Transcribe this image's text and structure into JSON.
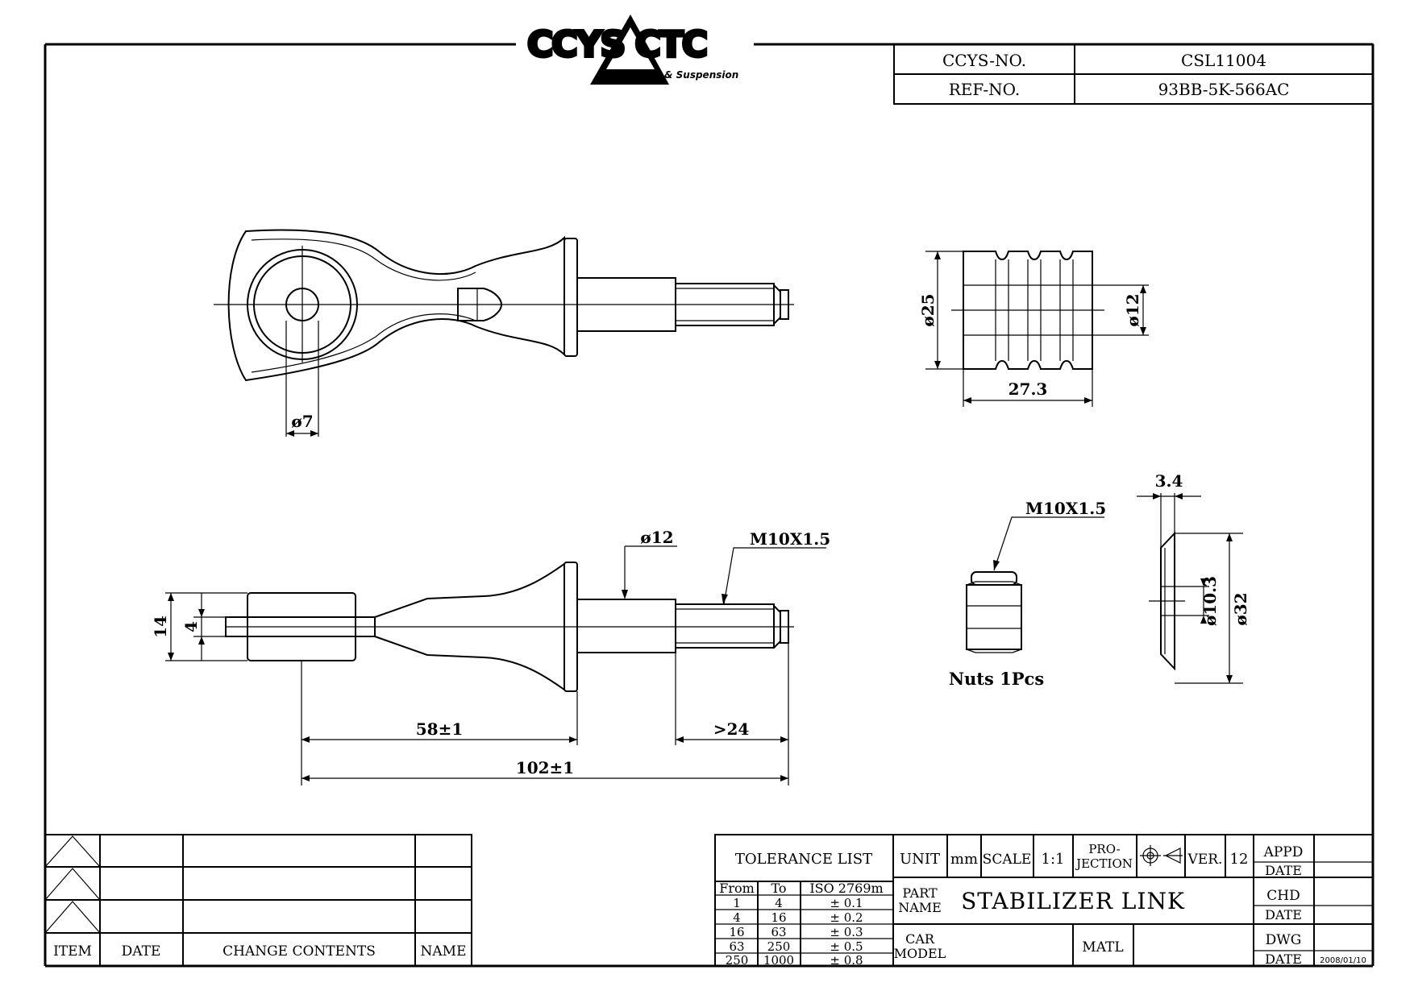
{
  "logo": {
    "brand": "CCYS CTC",
    "tagline": "Steering & Suspension"
  },
  "header": {
    "ccys_label": "CCYS-NO.",
    "ccys_value": "CSL11004",
    "ref_label": "REF-NO.",
    "ref_value": "93BB-5K-566AC"
  },
  "dims": {
    "eye_hole": "ø7",
    "bushing_od": "ø25",
    "bushing_id": "ø12",
    "bushing_len": "27.3",
    "shaft_dia": "ø12",
    "thread_side": "M10X1.5",
    "height_14": "14",
    "height_4": "4",
    "len_58": "58±1",
    "len_24": ">24",
    "len_102": "102±1",
    "nut_thread": "M10X1.5",
    "nut_note": "Nuts 1Pcs",
    "washer_thk": "3.4",
    "washer_id": "ø10.3",
    "washer_od": "ø32"
  },
  "revision": {
    "headers": [
      "ITEM",
      "DATE",
      "CHANGE CONTENTS",
      "NAME"
    ]
  },
  "title_block": {
    "tolerance_title": "TOLERANCE LIST",
    "tol_headers": [
      "From",
      "To",
      "ISO 2769m"
    ],
    "tol_rows": [
      [
        "1",
        "4",
        "± 0.1"
      ],
      [
        "4",
        "16",
        "± 0.2"
      ],
      [
        "16",
        "63",
        "± 0.3"
      ],
      [
        "63",
        "250",
        "± 0.5"
      ],
      [
        "250",
        "1000",
        "± 0.8"
      ]
    ],
    "unit_label": "UNIT",
    "unit_value": "mm",
    "scale_label": "SCALE",
    "scale_value": "1:1",
    "projection_l1": "PRO-",
    "projection_l2": "JECTION",
    "ver_label": "VER.",
    "ver_value": "12",
    "part_name_l1": "PART",
    "part_name_l2": "NAME",
    "part_name_value": "STABILIZER LINK",
    "car_model_l1": "CAR",
    "car_model_l2": "MODEL",
    "matl_label": "MATL",
    "appd_label": "APPD",
    "chd_label": "CHD",
    "dwg_label": "DWG",
    "date_label": "DATE",
    "dwg_date": "2008/01/10"
  }
}
